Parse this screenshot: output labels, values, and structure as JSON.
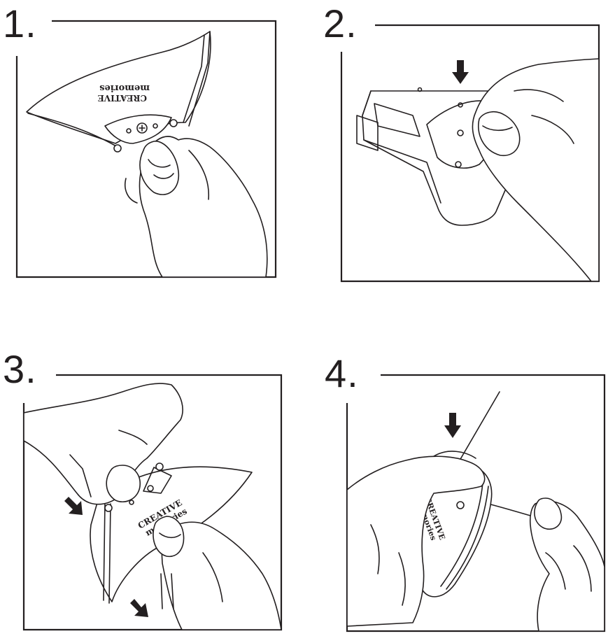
{
  "steps": [
    {
      "number": "1.",
      "logo_line1": "CREATIVE",
      "logo_line2": "memories"
    },
    {
      "number": "2."
    },
    {
      "number": "3.",
      "logo_line1": "CREATIVE",
      "logo_line2": "memories"
    },
    {
      "number": "4.",
      "logo_line1": "CREATIVE",
      "logo_line2": "memories"
    }
  ],
  "icons": {
    "direction_arrow": "arrow-icon",
    "logo_flower": "flower-icon"
  },
  "colors": {
    "ink": "#231f20",
    "paper": "#ffffff"
  }
}
